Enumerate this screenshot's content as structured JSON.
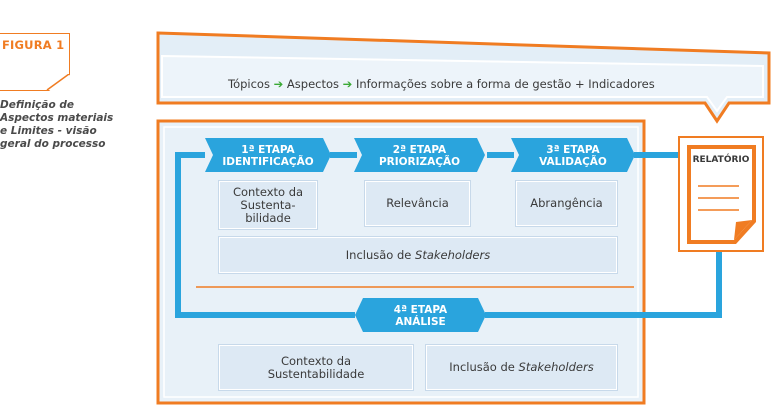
{
  "figure": {
    "label": "FIGURA 1",
    "description": [
      "Definição de",
      "Aspectos materiais",
      "e Limites - visão",
      "geral do processo"
    ]
  },
  "banner": {
    "items": [
      "Tópicos",
      "Aspectos",
      "Informações sobre a forma de gestão + Indicadores"
    ],
    "separator_icon": "green-arrow-icon"
  },
  "stages": [
    {
      "line1": "1ª ETAPA",
      "line2": "IDENTIFICAÇÃO"
    },
    {
      "line1": "2ª ETAPA",
      "line2": "PRIORIZAÇÃO"
    },
    {
      "line1": "3ª ETAPA",
      "line2": "VALIDAÇÃO"
    },
    {
      "line1": "4ª ETAPA",
      "line2": "ANÁLISE"
    }
  ],
  "boxes": {
    "context": [
      "Contexto da",
      "Sustenta-",
      "bilidade"
    ],
    "relevance": "Relevância",
    "scope": "Abrangência",
    "inclusion_prefix": "Inclusão de ",
    "inclusion_em": "Stakeholders",
    "context_bottom": [
      "Contexto da",
      "Sustentabilidade"
    ]
  },
  "report": {
    "title": "RELATÓRIO"
  },
  "colors": {
    "orange": "#f07c22",
    "blue": "#2aa4dd",
    "light_blue": "#dde9f4",
    "panel_blue": "#e8f1f8",
    "arrow_green": "#3aa935",
    "text": "#3a3a3a"
  }
}
